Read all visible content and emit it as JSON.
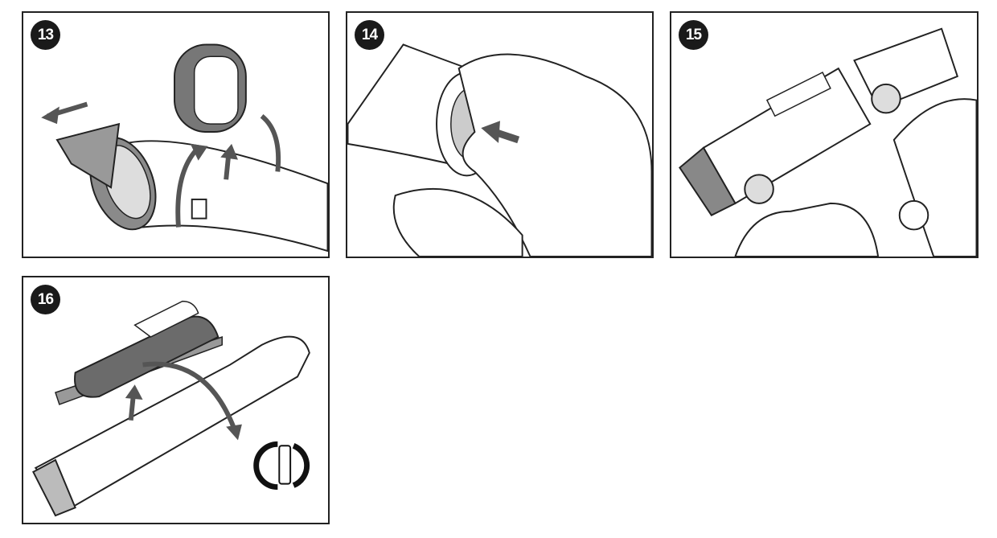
{
  "steps": [
    {
      "number": "13"
    },
    {
      "number": "14"
    },
    {
      "number": "15"
    },
    {
      "number": "16"
    }
  ],
  "colors": {
    "line": "#222222",
    "shade": "#6b6b6b",
    "light": "#cfcfcf",
    "badge": "#1a1a1a"
  }
}
